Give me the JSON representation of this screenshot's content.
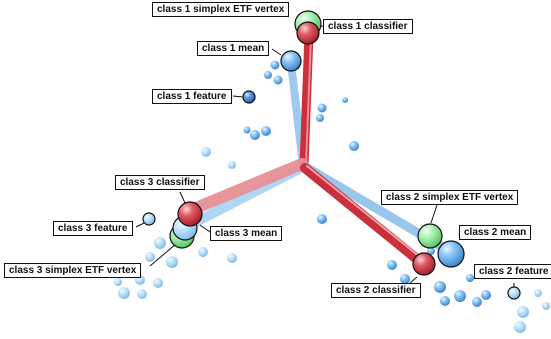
{
  "labels": {
    "c1_etf": "class 1 simplex ETF vertex",
    "c1_classifier": "class 1 classifier",
    "c1_mean": "class 1 mean",
    "c1_feature": "class 1 feature",
    "c3_classifier": "class 3 classifier",
    "c3_feature": "class 3 feature",
    "c3_mean": "class 3 mean",
    "c3_etf": "class 3 simplex ETF vertex",
    "c2_etf": "class 2 simplex ETF vertex",
    "c2_mean": "class 2 mean",
    "c2_feature": "class 2 feature",
    "c2_classifier": "class 2 classifier"
  },
  "colors": {
    "classifier": "#d9414c",
    "mean": "#58a8ec",
    "feature_light": "#9fd2f6",
    "feature_dark": "#4b84d6",
    "etf_vertex": "#8fe79a",
    "rod_red": "#d9414c",
    "rod_pink": "#e79097",
    "rod_blue": "#8fc0ec"
  }
}
